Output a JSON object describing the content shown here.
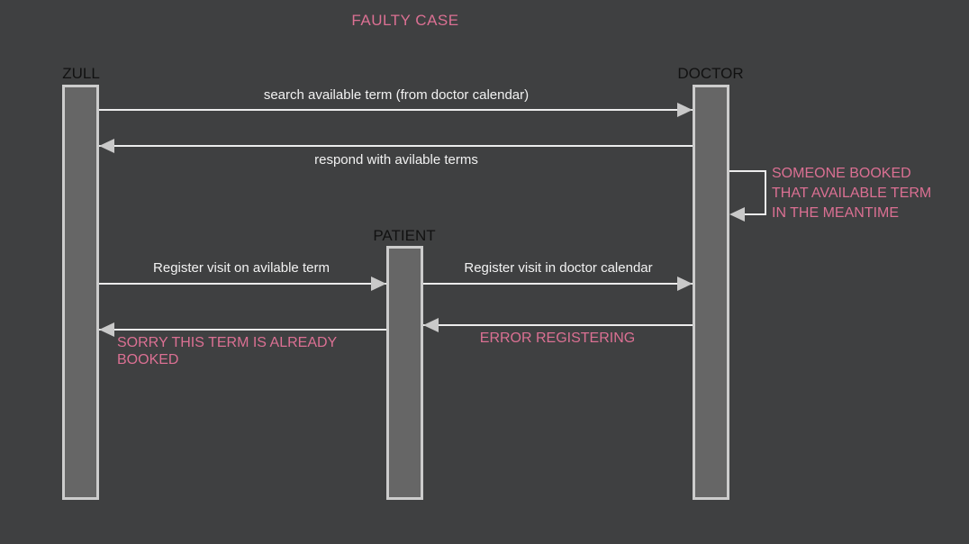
{
  "title": "FAULTY CASE",
  "actors": {
    "zull": "ZULL",
    "patient": "PATIENT",
    "doctor": "DOCTOR"
  },
  "messages": {
    "search": "search available term (from doctor calendar)",
    "respond": "respond with avilable terms",
    "someone_booked_note": "SOMEONE BOOKED\nTHAT AVAILABLE TERM\nIN THE MEANTIME",
    "register_visit": "Register visit on avilable term",
    "register_calendar": "Register visit in doctor calendar",
    "error_registering": "ERROR REGISTERING",
    "sorry_booked": "SORRY THIS TERM IS ALREADY\nBOOKED"
  },
  "colors": {
    "background": "#3f4041",
    "bar_fill": "#666666",
    "bar_border": "#cccccc",
    "arrow_line": "#ececec",
    "arrow_head": "#c9c9c9",
    "pink": "#db7093",
    "label_light": "#f2f2f2",
    "label_dark": "#111111"
  }
}
